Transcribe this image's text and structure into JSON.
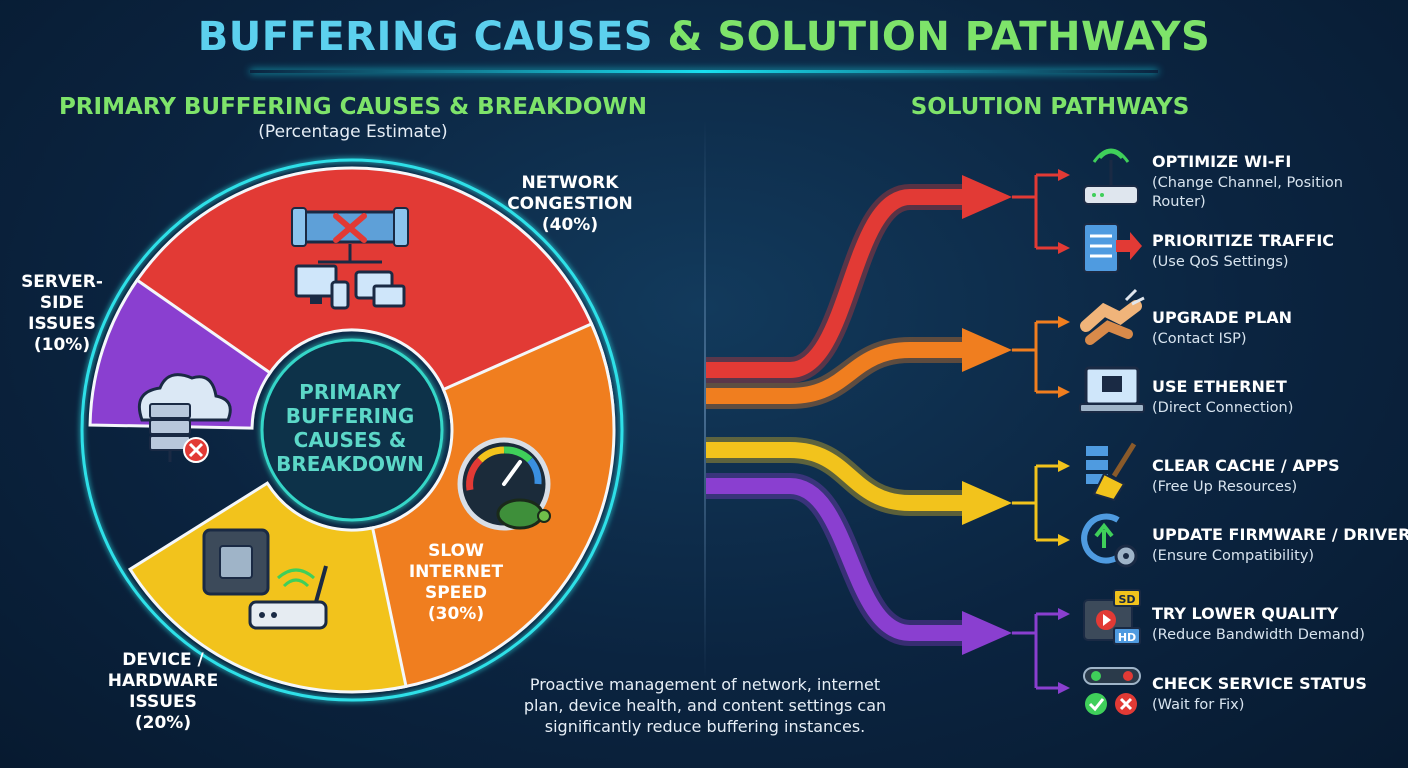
{
  "title": {
    "part1": "BUFFERING CAUSES",
    "part2": "& SOLUTION PATHWAYS"
  },
  "left_panel": {
    "heading": "PRIMARY BUFFERING CAUSES & BREAKDOWN",
    "subheading": "(Percentage Estimate)",
    "center": [
      "PRIMARY",
      "BUFFERING",
      "CAUSES &",
      "BREAKDOWN"
    ]
  },
  "right_panel": {
    "heading": "SOLUTION PATHWAYS"
  },
  "causes": [
    {
      "id": "network",
      "lines": [
        "NETWORK",
        "CONGESTION",
        "(40%)"
      ],
      "percent": 40,
      "color": "#e23a35"
    },
    {
      "id": "slow",
      "lines": [
        "SLOW INTERNET",
        "SPEED",
        "(30%)"
      ],
      "percent": 30,
      "color": "#f07e1f"
    },
    {
      "id": "device",
      "lines": [
        "DEVICE /",
        "HARDWARE",
        "ISSUES",
        "(20%)"
      ],
      "percent": 20,
      "color": "#f2c31c"
    },
    {
      "id": "server",
      "lines": [
        "SERVER-",
        "SIDE",
        "ISSUES",
        "(10%)"
      ],
      "percent": 10,
      "color": "#8a3fd0"
    }
  ],
  "solutions": [
    {
      "title": "OPTIMIZE WI-FI",
      "desc": "(Change Channel, Position Router)",
      "icon": "wifi-router-icon"
    },
    {
      "title": "PRIORITIZE TRAFFIC",
      "desc": "(Use QoS Settings)",
      "icon": "traffic-priority-icon"
    },
    {
      "title": "UPGRADE PLAN",
      "desc": "(Contact ISP)",
      "icon": "handshake-icon"
    },
    {
      "title": "USE ETHERNET",
      "desc": "(Direct Connection)",
      "icon": "ethernet-icon"
    },
    {
      "title": "CLEAR CACHE / APPS",
      "desc": "(Free Up Resources)",
      "icon": "broom-icon"
    },
    {
      "title": "UPDATE FIRMWARE / DRIVERS",
      "desc": "(Ensure Compatibility)",
      "icon": "update-gear-icon"
    },
    {
      "title": "TRY LOWER QUALITY",
      "desc": "(Reduce Bandwidth Demand)",
      "icon": "video-quality-icon",
      "badge_top": "SD",
      "badge_bottom": "HD"
    },
    {
      "title": "CHECK SERVICE STATUS",
      "desc": "(Wait for Fix)",
      "icon": "status-check-icon"
    }
  ],
  "footnote": "Proactive management of network, internet plan, device health, and content settings can significantly reduce buffering instances."
}
